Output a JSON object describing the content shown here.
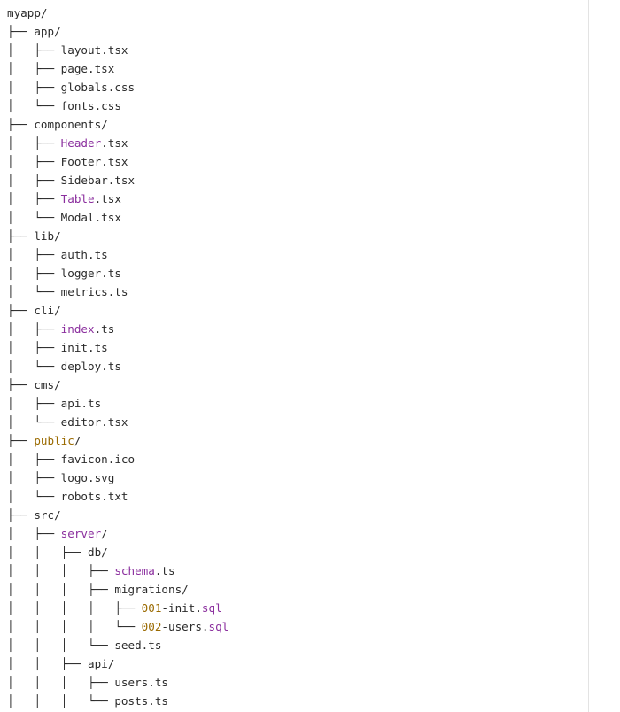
{
  "colors": {
    "text": "#2b2b2b",
    "highlight_purple": "#8b2f9e",
    "highlight_amber": "#9a6a00",
    "background": "#ffffff"
  },
  "tree_lines": [
    [
      {
        "t": "myapp/",
        "c": "text"
      }
    ],
    [
      {
        "t": "├── ",
        "c": "guide"
      },
      {
        "t": "app/",
        "c": "text"
      }
    ],
    [
      {
        "t": "│   ├── ",
        "c": "guide"
      },
      {
        "t": "layout.tsx",
        "c": "text"
      }
    ],
    [
      {
        "t": "│   ├── ",
        "c": "guide"
      },
      {
        "t": "page.tsx",
        "c": "text"
      }
    ],
    [
      {
        "t": "│   ├── ",
        "c": "guide"
      },
      {
        "t": "globals.css",
        "c": "text"
      }
    ],
    [
      {
        "t": "│   └── ",
        "c": "guide"
      },
      {
        "t": "fonts.css",
        "c": "text"
      }
    ],
    [
      {
        "t": "├── ",
        "c": "guide"
      },
      {
        "t": "components/",
        "c": "text"
      }
    ],
    [
      {
        "t": "│   ├── ",
        "c": "guide"
      },
      {
        "t": "Header",
        "c": "purple"
      },
      {
        "t": ".tsx",
        "c": "text"
      }
    ],
    [
      {
        "t": "│   ├── ",
        "c": "guide"
      },
      {
        "t": "Footer.tsx",
        "c": "text"
      }
    ],
    [
      {
        "t": "│   ├── ",
        "c": "guide"
      },
      {
        "t": "Sidebar.tsx",
        "c": "text"
      }
    ],
    [
      {
        "t": "│   ├── ",
        "c": "guide"
      },
      {
        "t": "Table",
        "c": "purple"
      },
      {
        "t": ".tsx",
        "c": "text"
      }
    ],
    [
      {
        "t": "│   └── ",
        "c": "guide"
      },
      {
        "t": "Modal.tsx",
        "c": "text"
      }
    ],
    [
      {
        "t": "├── ",
        "c": "guide"
      },
      {
        "t": "lib/",
        "c": "text"
      }
    ],
    [
      {
        "t": "│   ├── ",
        "c": "guide"
      },
      {
        "t": "auth.ts",
        "c": "text"
      }
    ],
    [
      {
        "t": "│   ├── ",
        "c": "guide"
      },
      {
        "t": "logger.ts",
        "c": "text"
      }
    ],
    [
      {
        "t": "│   └── ",
        "c": "guide"
      },
      {
        "t": "metrics.ts",
        "c": "text"
      }
    ],
    [
      {
        "t": "├── ",
        "c": "guide"
      },
      {
        "t": "cli/",
        "c": "text"
      }
    ],
    [
      {
        "t": "│   ├── ",
        "c": "guide"
      },
      {
        "t": "index",
        "c": "purple"
      },
      {
        "t": ".ts",
        "c": "text"
      }
    ],
    [
      {
        "t": "│   ├── ",
        "c": "guide"
      },
      {
        "t": "init.ts",
        "c": "text"
      }
    ],
    [
      {
        "t": "│   └── ",
        "c": "guide"
      },
      {
        "t": "deploy.ts",
        "c": "text"
      }
    ],
    [
      {
        "t": "├── ",
        "c": "guide"
      },
      {
        "t": "cms/",
        "c": "text"
      }
    ],
    [
      {
        "t": "│   ├── ",
        "c": "guide"
      },
      {
        "t": "api.ts",
        "c": "text"
      }
    ],
    [
      {
        "t": "│   └── ",
        "c": "guide"
      },
      {
        "t": "editor.tsx",
        "c": "text"
      }
    ],
    [
      {
        "t": "├── ",
        "c": "guide"
      },
      {
        "t": "public",
        "c": "amber"
      },
      {
        "t": "/",
        "c": "text"
      }
    ],
    [
      {
        "t": "│   ├── ",
        "c": "guide"
      },
      {
        "t": "favicon.ico",
        "c": "text"
      }
    ],
    [
      {
        "t": "│   ├── ",
        "c": "guide"
      },
      {
        "t": "logo.svg",
        "c": "text"
      }
    ],
    [
      {
        "t": "│   └── ",
        "c": "guide"
      },
      {
        "t": "robots.txt",
        "c": "text"
      }
    ],
    [
      {
        "t": "├── ",
        "c": "guide"
      },
      {
        "t": "src/",
        "c": "text"
      }
    ],
    [
      {
        "t": "│   ├── ",
        "c": "guide"
      },
      {
        "t": "server",
        "c": "purple"
      },
      {
        "t": "/",
        "c": "text"
      }
    ],
    [
      {
        "t": "│   │   ├── ",
        "c": "guide"
      },
      {
        "t": "db/",
        "c": "text"
      }
    ],
    [
      {
        "t": "│   │   │   ├── ",
        "c": "guide"
      },
      {
        "t": "schema",
        "c": "purple"
      },
      {
        "t": ".ts",
        "c": "text"
      }
    ],
    [
      {
        "t": "│   │   │   ├── ",
        "c": "guide"
      },
      {
        "t": "migrations/",
        "c": "text"
      }
    ],
    [
      {
        "t": "│   │   │   │   ├── ",
        "c": "guide"
      },
      {
        "t": "001",
        "c": "amber"
      },
      {
        "t": "-init.",
        "c": "text"
      },
      {
        "t": "sql",
        "c": "purple"
      }
    ],
    [
      {
        "t": "│   │   │   │   └── ",
        "c": "guide"
      },
      {
        "t": "002",
        "c": "amber"
      },
      {
        "t": "-users.",
        "c": "text"
      },
      {
        "t": "sql",
        "c": "purple"
      }
    ],
    [
      {
        "t": "│   │   │   └── ",
        "c": "guide"
      },
      {
        "t": "seed.ts",
        "c": "text"
      }
    ],
    [
      {
        "t": "│   │   ├── ",
        "c": "guide"
      },
      {
        "t": "api/",
        "c": "text"
      }
    ],
    [
      {
        "t": "│   │   │   ├── ",
        "c": "guide"
      },
      {
        "t": "users.ts",
        "c": "text"
      }
    ],
    [
      {
        "t": "│   │   │   └── ",
        "c": "guide"
      },
      {
        "t": "posts.ts",
        "c": "text"
      }
    ]
  ]
}
